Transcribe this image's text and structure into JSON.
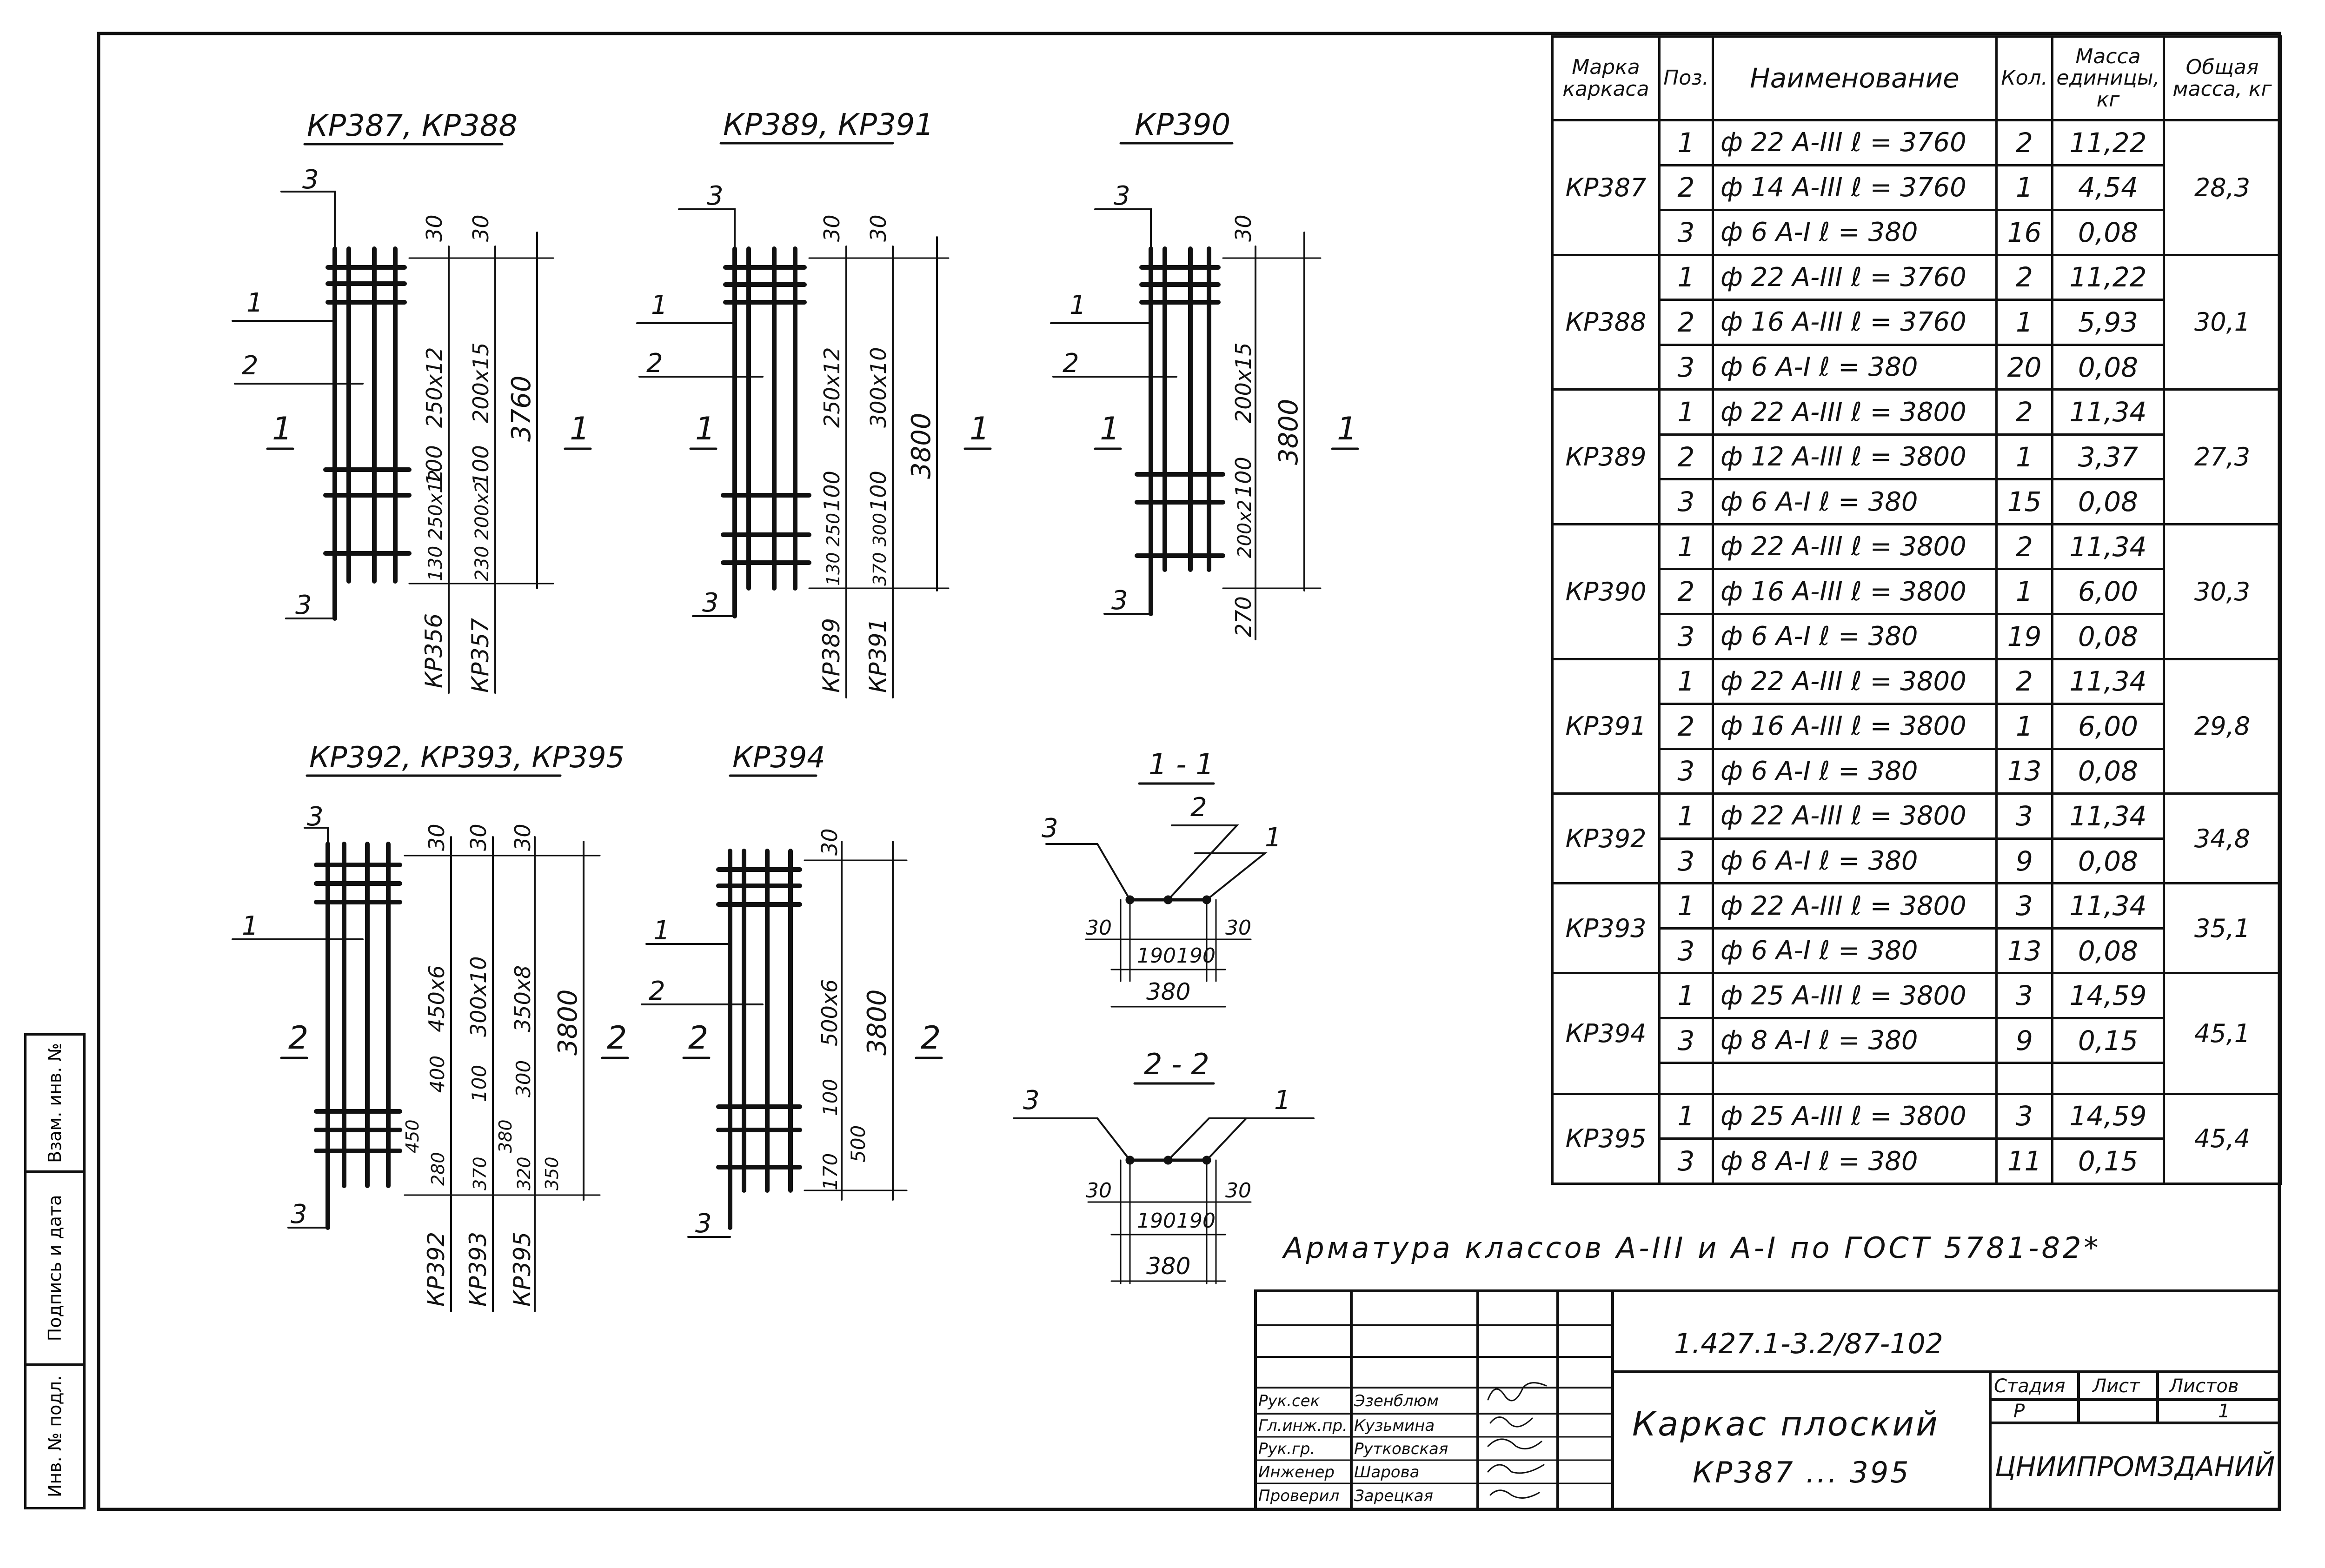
{
  "frames": {
    "group1_title": "КР387, КР388",
    "group2_title": "КР389, КР391",
    "group3_title": "КР390",
    "group4_title": "КР392, КР393, КР395",
    "group5_title": "КР394",
    "sec11_title": "1 - 1",
    "sec22_title": "2 - 2"
  },
  "dims": {
    "g1": [
      "30",
      "30",
      "250х12",
      "200х15",
      "3760",
      "100",
      "100",
      "130 250х12",
      "230 200х2",
      "КР356",
      "КР357"
    ],
    "g2": [
      "30",
      "30",
      "250х12",
      "300х10",
      "3800",
      "100",
      "100",
      "130 250",
      "370 300",
      "КР389",
      "КР391"
    ],
    "g3": [
      "30",
      "200х15",
      "3800",
      "100",
      "200х2",
      "270"
    ],
    "g4": [
      "30",
      "30",
      "30",
      "450х6",
      "300х10",
      "350х8",
      "3800",
      "400",
      "100",
      "300",
      "450",
      "280",
      "370",
      "380",
      "320",
      "350",
      "КР392",
      "КР393",
      "КР395"
    ],
    "g5": [
      "30",
      "500х6",
      "3800",
      "100",
      "500",
      "170"
    ],
    "s1": [
      "30",
      "30",
      "190",
      "190",
      "380"
    ],
    "s2": [
      "30",
      "30",
      "190",
      "190",
      "380"
    ],
    "pos": [
      "1",
      "2",
      "3"
    ]
  },
  "spec": {
    "headers": [
      "Марка каркаса",
      "Поз.",
      "Наименование",
      "Кол.",
      "Масса единицы, кг",
      "Общая масса, кг"
    ],
    "groups": [
      {
        "mark": "КР387",
        "total": "28,3",
        "rows": [
          {
            "pos": "1",
            "name": "ф 22 А-III  ℓ = 3760",
            "qty": "2",
            "mass": "11,22"
          },
          {
            "pos": "2",
            "name": "ф 14 А-III  ℓ = 3760",
            "qty": "1",
            "mass": "4,54"
          },
          {
            "pos": "3",
            "name": "ф 6 А-I  ℓ = 380",
            "qty": "16",
            "mass": "0,08"
          }
        ]
      },
      {
        "mark": "КР388",
        "total": "30,1",
        "rows": [
          {
            "pos": "1",
            "name": "ф 22 А-III  ℓ = 3760",
            "qty": "2",
            "mass": "11,22"
          },
          {
            "pos": "2",
            "name": "ф 16 А-III  ℓ = 3760",
            "qty": "1",
            "mass": "5,93"
          },
          {
            "pos": "3",
            "name": "ф 6 А-I  ℓ = 380",
            "qty": "20",
            "mass": "0,08"
          }
        ]
      },
      {
        "mark": "КР389",
        "total": "27,3",
        "rows": [
          {
            "pos": "1",
            "name": "ф 22 А-III  ℓ = 3800",
            "qty": "2",
            "mass": "11,34"
          },
          {
            "pos": "2",
            "name": "ф 12 А-III  ℓ = 3800",
            "qty": "1",
            "mass": "3,37"
          },
          {
            "pos": "3",
            "name": "ф 6 А-I  ℓ = 380",
            "qty": "15",
            "mass": "0,08"
          }
        ]
      },
      {
        "mark": "КР390",
        "total": "30,3",
        "rows": [
          {
            "pos": "1",
            "name": "ф 22 А-III  ℓ = 3800",
            "qty": "2",
            "mass": "11,34"
          },
          {
            "pos": "2",
            "name": "ф 16 А-III  ℓ = 3800",
            "qty": "1",
            "mass": "6,00"
          },
          {
            "pos": "3",
            "name": "ф 6 А-I  ℓ = 380",
            "qty": "19",
            "mass": "0,08"
          }
        ]
      },
      {
        "mark": "КР391",
        "total": "29,8",
        "rows": [
          {
            "pos": "1",
            "name": "ф 22 А-III  ℓ = 3800",
            "qty": "2",
            "mass": "11,34"
          },
          {
            "pos": "2",
            "name": "ф 16 А-III  ℓ = 3800",
            "qty": "1",
            "mass": "6,00"
          },
          {
            "pos": "3",
            "name": "ф 6 А-I  ℓ = 380",
            "qty": "13",
            "mass": "0,08"
          }
        ]
      },
      {
        "mark": "КР392",
        "total": "34,8",
        "rows": [
          {
            "pos": "1",
            "name": "ф 22 А-III  ℓ = 3800",
            "qty": "3",
            "mass": "11,34"
          },
          {
            "pos": "3",
            "name": "ф 6 А-I  ℓ = 380",
            "qty": "9",
            "mass": "0,08"
          }
        ]
      },
      {
        "mark": "КР393",
        "total": "35,1",
        "rows": [
          {
            "pos": "1",
            "name": "ф 22 А-III  ℓ = 3800",
            "qty": "3",
            "mass": "11,34"
          },
          {
            "pos": "3",
            "name": "ф 6 А-I  ℓ = 380",
            "qty": "13",
            "mass": "0,08"
          }
        ]
      },
      {
        "mark": "КР394",
        "total": "45,1",
        "rows": [
          {
            "pos": "1",
            "name": "ф 25 А-III  ℓ = 3800",
            "qty": "3",
            "mass": "14,59"
          },
          {
            "pos": "3",
            "name": "ф 8 А-I  ℓ = 380",
            "qty": "9",
            "mass": "0,15"
          }
        ]
      },
      {
        "mark": "КР395",
        "total": "45,4",
        "rows": [
          {
            "pos": "1",
            "name": "ф 25 А-III  ℓ = 3800",
            "qty": "3",
            "mass": "14,59"
          },
          {
            "pos": "3",
            "name": "ф 8 А-I  ℓ = 380",
            "qty": "11",
            "mass": "0,15"
          }
        ]
      }
    ]
  },
  "note": "Арматура классов А-III и А-I по ГОСТ 5781-82*",
  "stamp": {
    "code": "1.427.1-3.2/87-102",
    "title_line1": "Каркас плоский",
    "title_line2": "КР387 ... 395",
    "stage_label": "Стадия",
    "sheet_label": "Лист",
    "sheets_label": "Листов",
    "stage_value": "Р",
    "sheets_value": "1",
    "org": "ЦНИИПРОМЗДАНИЙ",
    "people": [
      {
        "role": "Рук.сек",
        "name": "Эзенблюм"
      },
      {
        "role": "Гл.инж.пр.",
        "name": "Кузьмина"
      },
      {
        "role": "Рук.гр.",
        "name": "Рутковская"
      },
      {
        "role": "Инженер",
        "name": "Шарова"
      },
      {
        "role": "Проверил",
        "name": "Зарецкая"
      }
    ]
  },
  "side": {
    "strip1": "Взам. инв. №",
    "strip2": "Подпись и дата",
    "strip3": "Инв. № подл."
  }
}
